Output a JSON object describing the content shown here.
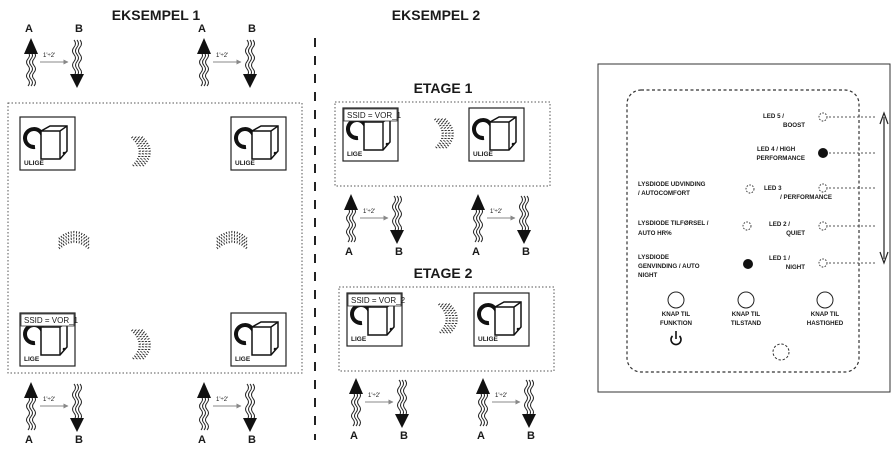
{
  "example1": {
    "title": "EKSEMPEL 1",
    "units": [
      {
        "label": "ULIGE",
        "ssid": ""
      },
      {
        "label": "ULIGE",
        "ssid": ""
      },
      {
        "label": "LIGE",
        "ssid": "SSID = VOR_1"
      },
      {
        "label": "LIGE",
        "ssid": ""
      }
    ],
    "flows": [
      {
        "a": "A",
        "b": "B",
        "time": "1'÷2'"
      },
      {
        "a": "A",
        "b": "B",
        "time": "1'÷2'"
      },
      {
        "a": "A",
        "b": "B",
        "time": "1'÷2'"
      },
      {
        "a": "A",
        "b": "B",
        "time": "1'÷2'"
      }
    ]
  },
  "example2": {
    "title": "EKSEMPEL 2",
    "floors": [
      {
        "title": "ETAGE 1",
        "units": [
          {
            "label": "LIGE",
            "ssid": "SSID = VOR_1"
          },
          {
            "label": "ULIGE",
            "ssid": ""
          }
        ],
        "flows": [
          {
            "a": "A",
            "b": "B",
            "time": "1'÷2'"
          },
          {
            "a": "A",
            "b": "B",
            "time": "1'÷2'"
          }
        ]
      },
      {
        "title": "ETAGE 2",
        "units": [
          {
            "label": "LIGE",
            "ssid": "SSID = VOR_2"
          },
          {
            "label": "ULIGE",
            "ssid": ""
          }
        ],
        "flows": [
          {
            "a": "A",
            "b": "B",
            "time": "1'÷2'"
          },
          {
            "a": "A",
            "b": "B",
            "time": "1'÷2'"
          }
        ]
      }
    ]
  },
  "panel": {
    "leds": [
      {
        "label_1": "LED 5 /",
        "label_2": "BOOST",
        "state": "off"
      },
      {
        "label_1": "LED 4 / HIGH",
        "label_2": "PERFORMANCE",
        "state": "on"
      },
      {
        "label_1": "LED 3",
        "label_2": "/ PERFORMANCE",
        "state": "off"
      },
      {
        "label_1": "LED 2 /",
        "label_2": "QUIET",
        "state": "off"
      },
      {
        "label_1": "LED 1 /",
        "label_2": "NIGHT",
        "state": "off"
      }
    ],
    "diodes": [
      {
        "label_1": "LYSDIODE UDVINDING",
        "label_2": "/ AUTOCOMFORT",
        "label_3": "",
        "state": "off"
      },
      {
        "label_1": "LYSDIODE TILFØRSEL /",
        "label_2": "AUTO HR%",
        "label_3": "",
        "state": "off"
      },
      {
        "label_1": "LYSDIODE",
        "label_2": "GENVINDING / AUTO",
        "label_3": "NIGHT",
        "state": "on"
      }
    ],
    "buttons": [
      {
        "label_1": "KNAP TIL",
        "label_2": "FUNKTION",
        "icon": "power-icon"
      },
      {
        "label_1": "KNAP TIL",
        "label_2": "TILSTAND",
        "icon": ""
      },
      {
        "label_1": "KNAP TIL",
        "label_2": "HASTIGHED",
        "icon": ""
      }
    ],
    "on_color": "#111111",
    "off_color": "#ffffff"
  }
}
